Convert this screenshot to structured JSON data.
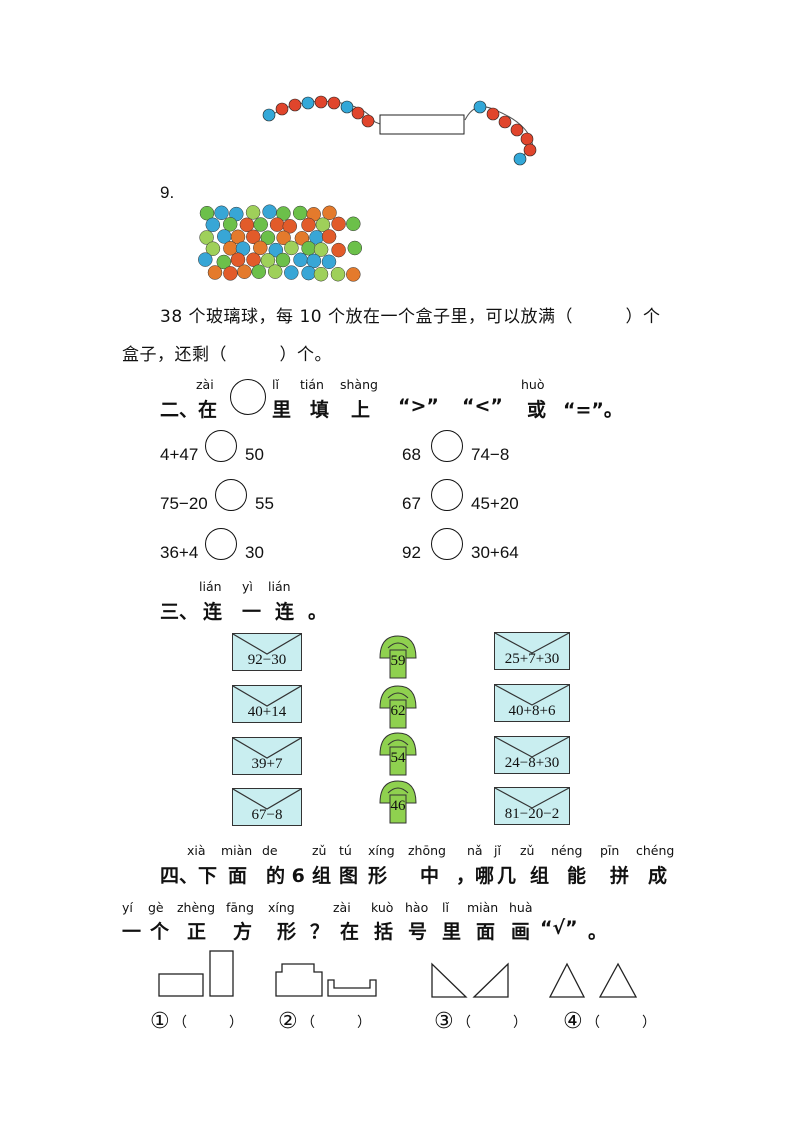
{
  "problem9": {
    "number": "9.",
    "line1": "38 个玻璃球，每 10 个放在一个盒子里，可以放满（　　　）个",
    "line2": "盒子，还剩（　　　）个。"
  },
  "section2": {
    "pinyin": [
      "zài",
      "lǐ",
      "tián",
      "shàng",
      "huò"
    ],
    "title_parts": [
      "二、在",
      "里",
      "填",
      "上",
      "“>”",
      "“<”",
      "或",
      "“=”。"
    ],
    "items": [
      {
        "left": "4+47",
        "right": "50"
      },
      {
        "left": "68",
        "right": "74−8"
      },
      {
        "left": "75−20",
        "right": "55"
      },
      {
        "left": "67",
        "right": "45+20"
      },
      {
        "left": "36+4",
        "right": "30"
      },
      {
        "left": "92",
        "right": "30+64"
      }
    ]
  },
  "section3": {
    "pinyin": [
      "lián",
      "yì",
      "lián"
    ],
    "title_parts": [
      "三、",
      "连",
      "一",
      "连",
      "。"
    ],
    "left_envelopes": [
      "92−30",
      "40+14",
      "39+7",
      "67−8"
    ],
    "mushrooms": [
      "59",
      "62",
      "54",
      "46"
    ],
    "right_envelopes": [
      "25+7+30",
      "40+8+6",
      "24−8+30",
      "81−20−2"
    ]
  },
  "section4": {
    "pinyin_line1": [
      "xià",
      "miàn",
      "de",
      "zǔ",
      "tú",
      "xíng",
      "zhōng",
      "nǎ",
      "jǐ",
      "zǔ",
      "néng",
      "pīn",
      "chéng"
    ],
    "line1": [
      "四、下",
      "面",
      "的 6",
      "组",
      "图",
      "形",
      "中",
      "，哪",
      "几",
      "组",
      "能",
      "拼",
      "成"
    ],
    "pinyin_line2": [
      "yí",
      "gè",
      "zhèng",
      "fāng",
      "xíng",
      "zài",
      "kuò",
      "hào",
      "lǐ",
      "miàn",
      "huà"
    ],
    "line2": [
      "一",
      "个",
      "正",
      "方",
      "形",
      "？",
      "在",
      "括",
      "号",
      "里",
      "面",
      "画",
      "“√”",
      "。"
    ],
    "options": [
      {
        "label": "①",
        "paren": "（　　　）"
      },
      {
        "label": "②",
        "paren": "（　　　）"
      },
      {
        "label": "③",
        "paren": "（　　　）"
      },
      {
        "label": "④",
        "paren": "（　　　）"
      }
    ]
  },
  "colors": {
    "red_bead": "#e0452c",
    "blue_bead": "#33a8d8",
    "envelope": "#c9eef0",
    "mushroom": "#8fd14f"
  }
}
